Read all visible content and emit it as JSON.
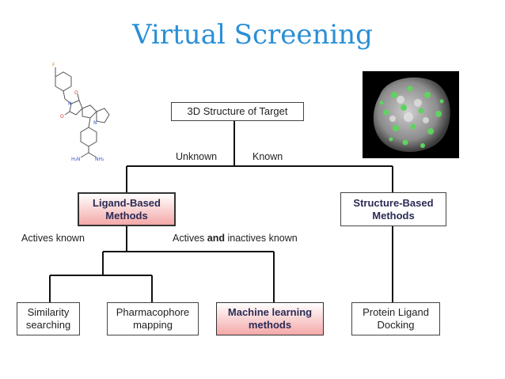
{
  "title": "Virtual Screening",
  "top_box": "3D Structure of Target",
  "branch_labels": {
    "unknown": "Unknown",
    "known": "Known"
  },
  "ligand_box": {
    "line1": "Ligand-Based",
    "line2": "Methods"
  },
  "structure_box": {
    "line1": "Structure-Based",
    "line2": "Methods"
  },
  "actives_known": "Actives known",
  "actives_inactives": {
    "pre": "Actives ",
    "bold": "and",
    "post": " inactives known"
  },
  "leaves": {
    "similarity": {
      "line1": "Similarity",
      "line2": "searching"
    },
    "pharmacophore": {
      "line1": "Pharmacophore",
      "line2": "mapping"
    },
    "machine_learning": {
      "line1": "Machine learning",
      "line2": "methods"
    },
    "docking": {
      "line1": "Protein Ligand",
      "line2": "Docking"
    }
  },
  "molecule_atoms": {
    "f": "F",
    "n1": "N",
    "n2": "N",
    "o1": "O",
    "o2": "O",
    "nh2a": "H₂N",
    "nh2b": "NH₂"
  },
  "colors": {
    "title": "#2a8fd6",
    "pink_box": "#f4a8a8",
    "protein_green": "#5fd35f"
  }
}
